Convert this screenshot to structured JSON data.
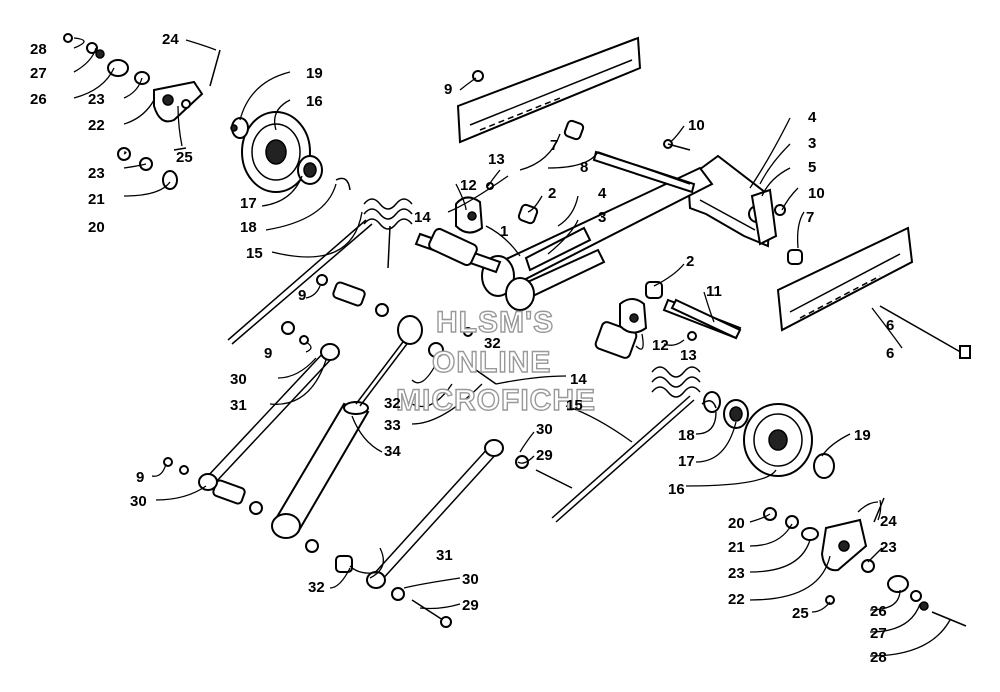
{
  "watermark": [
    "HLSM'S",
    "ONLINE",
    "MICROFICHE"
  ],
  "callouts": [
    "1",
    "2",
    "2",
    "3",
    "3",
    "4",
    "4",
    "5",
    "6",
    "6",
    "7",
    "7",
    "8",
    "9",
    "9",
    "9",
    "9",
    "10",
    "10",
    "11",
    "12",
    "12",
    "13",
    "13",
    "14",
    "14",
    "15",
    "15",
    "16",
    "16",
    "17",
    "17",
    "18",
    "18",
    "19",
    "19",
    "20",
    "20",
    "21",
    "21",
    "22",
    "22",
    "23",
    "23",
    "23",
    "23",
    "24",
    "24",
    "25",
    "25",
    "26",
    "26",
    "27",
    "27",
    "28",
    "28",
    "29",
    "29",
    "30",
    "30",
    "30",
    "30",
    "31",
    "31",
    "32",
    "32",
    "32",
    "33",
    "34"
  ]
}
